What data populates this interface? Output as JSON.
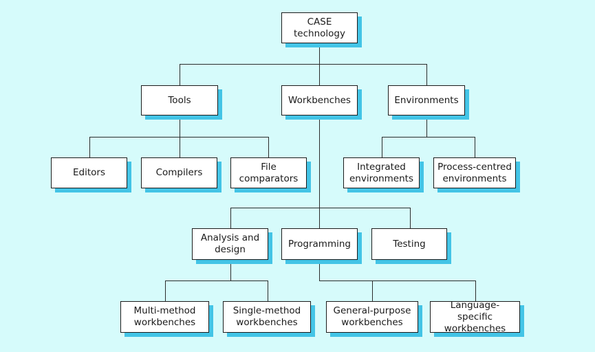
{
  "diagram": {
    "root": "CASE\ntechnology",
    "level1": {
      "tools": "Tools",
      "workbenches": "Workbenches",
      "environments": "Environments"
    },
    "tools_children": {
      "editors": "Editors",
      "compilers": "Compilers",
      "file_comparators": "File\ncomparators"
    },
    "environments_children": {
      "integrated": "Integrated\nenvironments",
      "process_centred": "Process-centred\nenvironments"
    },
    "workbenches_children": {
      "analysis_design": "Analysis and\ndesign",
      "programming": "Programming",
      "testing": "Testing"
    },
    "analysis_children": {
      "multi_method": "Multi-method\nworkbenches",
      "single_method": "Single-method\nworkbenches"
    },
    "programming_children": {
      "general_purpose": "General-purpose\nworkbenches",
      "language_specific": "Language-specific\nworkbenches"
    }
  }
}
